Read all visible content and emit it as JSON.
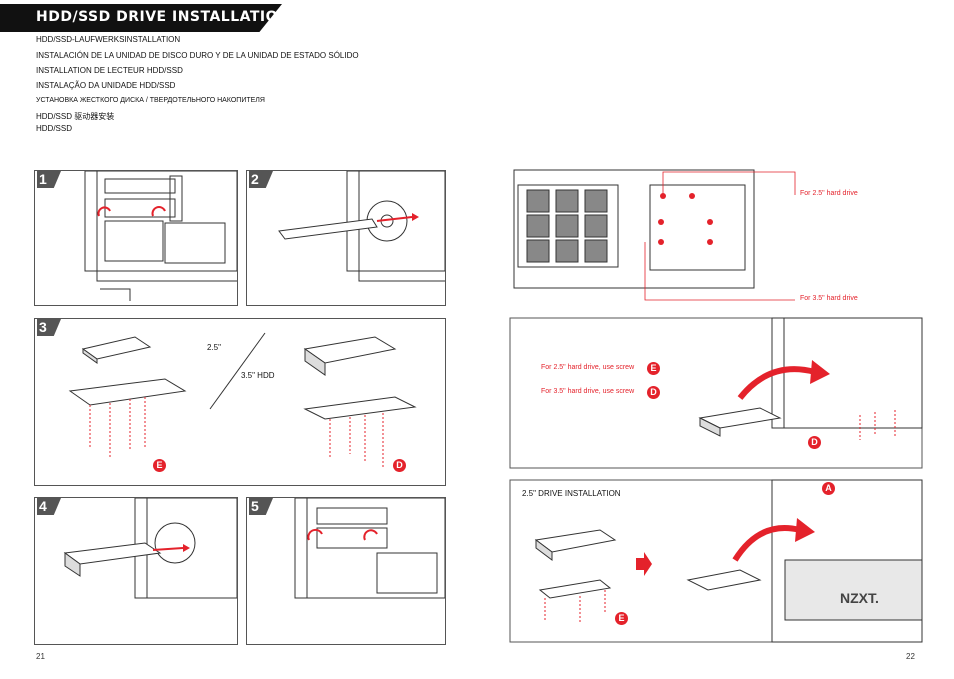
{
  "header": {
    "title": "HDD/SSD DRIVE INSTALLATION",
    "subtitles": [
      "HDD/SSD-LAUFWERKSINSTALLATION",
      "INSTALACIÓN DE LA UNIDAD DE DISCO DURO Y DE LA UNIDAD DE ESTADO SÓLIDO",
      " INSTALLATION DE LECTEUR HDD/SSD",
      " INSTALAÇÃO DA UNIDADE HDD/SSD",
      " УСТАНОВКА ЖЕСТКОГО ДИСКА / ТВЕРДОТЕЛЬНОГО НАКОПИТЕЛЯ",
      " HDD/SSD 驱动器安装",
      "HDD/SSD"
    ]
  },
  "steps": [
    "1",
    "2",
    "3",
    "4",
    "5"
  ],
  "step3": {
    "label_25": "2.5\"",
    "label_35": "3.5\" HDD",
    "screw_e": "E",
    "screw_d": "D"
  },
  "right": {
    "top_label_25": "For 2.5\" hard drive",
    "top_label_35": "For 3.5\" hard drive",
    "mid_label_25": "For 2.5\" hard drive, use screw",
    "mid_label_35": "For 3.5\" hard drive, use screw",
    "mid_badge_e": "E",
    "mid_badge_d": "D",
    "mid_badge_d2": "D",
    "bottom_title": "2.5\" DRIVE INSTALLATION",
    "bottom_badge_a": "A",
    "bottom_badge_e": "E",
    "brand": "NZXT."
  },
  "page_numbers": {
    "left": "21",
    "right": "22"
  },
  "colors": {
    "accent": "#e4222b",
    "dark": "#111111",
    "line": "#555555"
  }
}
